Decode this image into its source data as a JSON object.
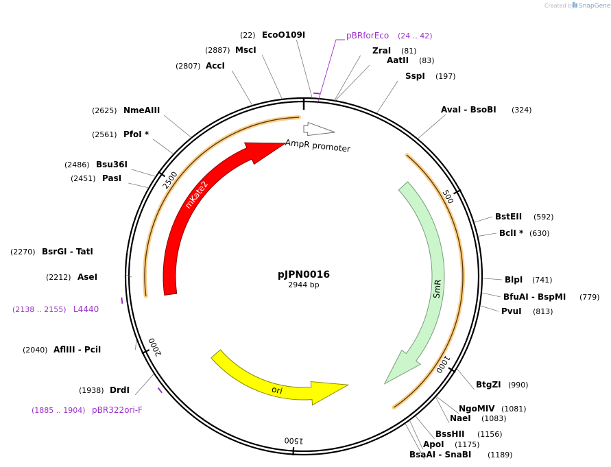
{
  "credit": {
    "prefix": "Created by",
    "brand": "SnapGene"
  },
  "plasmid": {
    "name": "pJPN0016",
    "length_label": "2944 bp",
    "length": 2944
  },
  "ticks": [
    {
      "pos": 500,
      "label": "500"
    },
    {
      "pos": 1000,
      "label": "1000"
    },
    {
      "pos": 1500,
      "label": "1500"
    },
    {
      "pos": 2000,
      "label": "2000"
    },
    {
      "pos": 2500,
      "label": "2500"
    }
  ],
  "features": [
    {
      "name": "AmpR promoter",
      "start": 2944,
      "end": 100,
      "color": "#ffffff",
      "stroke": "#6e6e6e",
      "label_color": "#000000",
      "direction": "cw"
    },
    {
      "name": "SmR",
      "start": 390,
      "end": 1170,
      "color": "#cbf5cb",
      "stroke": "#7a9a7a",
      "label_color": "#000000",
      "direction": "cw"
    },
    {
      "name": "ori",
      "start": 1290,
      "end": 1870,
      "color": "#ffff00",
      "stroke": "#8a8a00",
      "label_color": "#000000",
      "direction": "ccw"
    },
    {
      "name": "mKate2",
      "start": 2145,
      "end": 2880,
      "color": "#ff0000",
      "stroke": "#8a0000",
      "label_color": "#ffffff",
      "direction": "cw"
    }
  ],
  "orf_arrows": [
    {
      "start": 2150,
      "end": 2930,
      "color": "#f5a623"
    },
    {
      "start": 330,
      "end": 1190,
      "color": "#f5a623"
    }
  ],
  "primers": [
    {
      "name": "pBRforEco",
      "range": "(24 .. 42)",
      "pos": 33
    },
    {
      "name": "L4440",
      "range": "(2138 .. 2155)",
      "pos": 2146
    },
    {
      "name": "pBR322ori-F",
      "range": "(1885 .. 1904)",
      "pos": 1894
    }
  ],
  "sites": [
    {
      "pos_label": "(22)",
      "name": "EcoO109I",
      "pos": 22
    },
    {
      "pos_label": "(2887)",
      "name": "MscI",
      "pos": 2887
    },
    {
      "pos_label": "(2807)",
      "name": "AccI",
      "pos": 2807
    },
    {
      "pos_label": "(81)",
      "name": "ZraI",
      "pos": 81
    },
    {
      "pos_label": "(83)",
      "name": "AatII",
      "pos": 83
    },
    {
      "pos_label": "(197)",
      "name": "SspI",
      "pos": 197
    },
    {
      "pos_label": "(324)",
      "name": "AvaI  -  BsoBI",
      "pos": 324
    },
    {
      "pos_label": "(2625)",
      "name": "NmeAIII",
      "pos": 2625
    },
    {
      "pos_label": "(2561)",
      "name": "PfoI *",
      "pos": 2561
    },
    {
      "pos_label": "(2486)",
      "name": "Bsu36I",
      "pos": 2486
    },
    {
      "pos_label": "(2451)",
      "name": "PasI",
      "pos": 2451
    },
    {
      "pos_label": "(592)",
      "name": "BstEII",
      "pos": 592
    },
    {
      "pos_label": "(630)",
      "name": "BclI *",
      "pos": 630
    },
    {
      "pos_label": "(2270)",
      "name": "BsrGI  -  TatI",
      "pos": 2270
    },
    {
      "pos_label": "(2212)",
      "name": "AseI",
      "pos": 2212
    },
    {
      "pos_label": "(741)",
      "name": "BlpI",
      "pos": 741
    },
    {
      "pos_label": "(779)",
      "name": "BfuAI  -  BspMI",
      "pos": 779
    },
    {
      "pos_label": "(813)",
      "name": "PvuI",
      "pos": 813
    },
    {
      "pos_label": "(2040)",
      "name": "AflIII  -  PciI",
      "pos": 2040
    },
    {
      "pos_label": "(990)",
      "name": "BtgZI",
      "pos": 990
    },
    {
      "pos_label": "(1938)",
      "name": "DrdI",
      "pos": 1938
    },
    {
      "pos_label": "(1081)",
      "name": "NgoMIV",
      "pos": 1081
    },
    {
      "pos_label": "(1083)",
      "name": "NaeI",
      "pos": 1083
    },
    {
      "pos_label": "(1156)",
      "name": "BssHII",
      "pos": 1156
    },
    {
      "pos_label": "(1175)",
      "name": "ApoI",
      "pos": 1175
    },
    {
      "pos_label": "(1189)",
      "name": "BsaAI  -  SnaBI",
      "pos": 1189
    }
  ]
}
